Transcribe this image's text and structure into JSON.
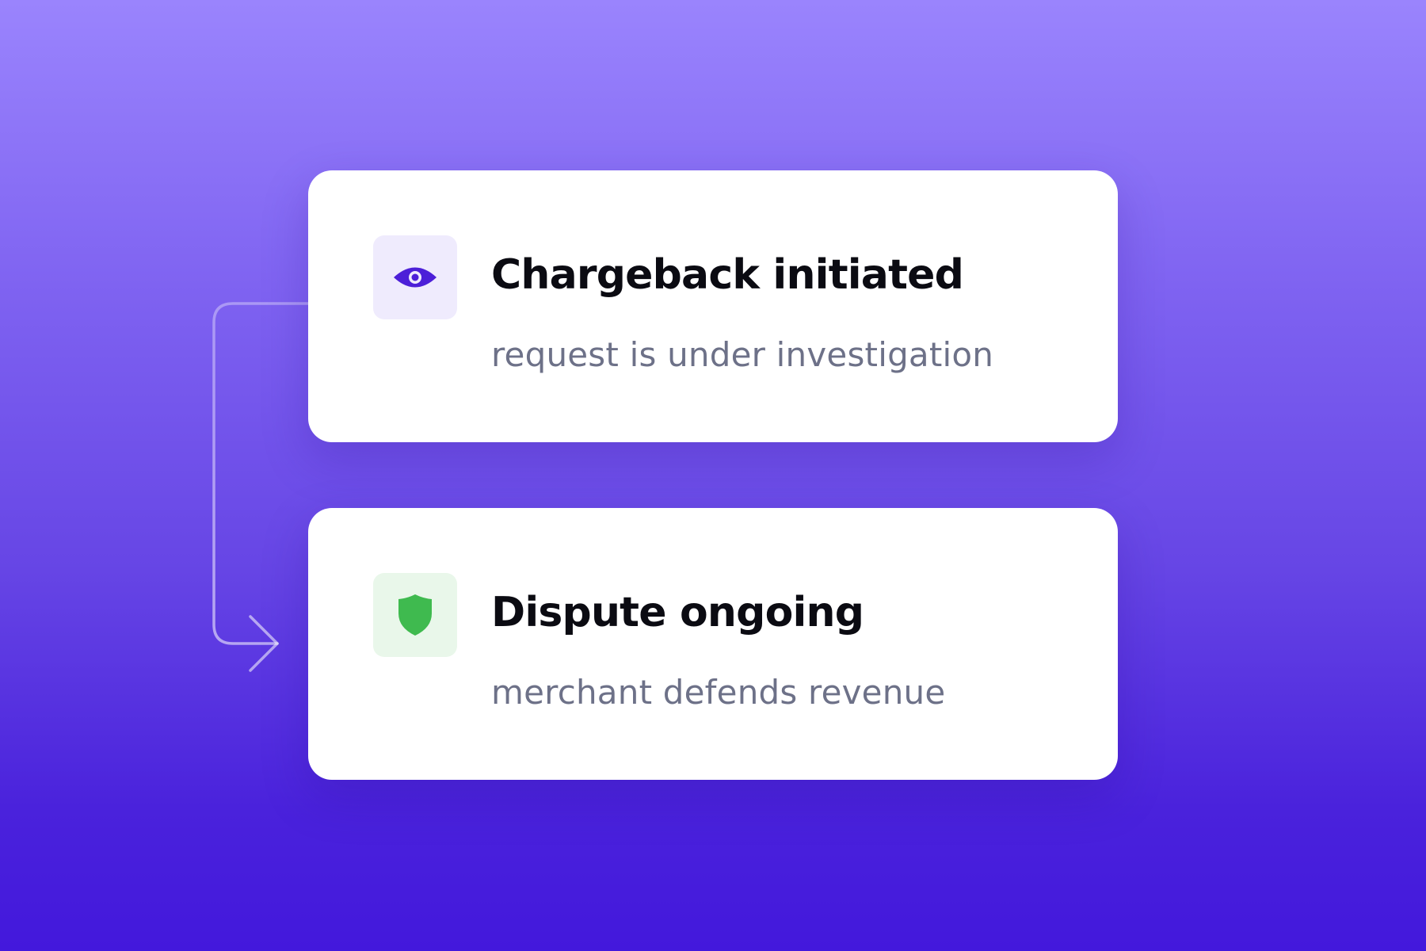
{
  "steps": [
    {
      "icon": "eye-icon",
      "icon_color": "#4c1fd8",
      "icon_bg": "#efebfd",
      "title": "Chargeback initiated",
      "subtitle": "request is under investigation"
    },
    {
      "icon": "shield-icon",
      "icon_color": "#3fba4f",
      "icon_bg": "#e9f7ea",
      "title": "Dispute ongoing",
      "subtitle": "merchant defends revenue"
    }
  ],
  "colors": {
    "background_top": "#9a84fd",
    "background_bottom": "#4318dc",
    "title": "#0b0b12",
    "subtitle": "#6d7188"
  }
}
